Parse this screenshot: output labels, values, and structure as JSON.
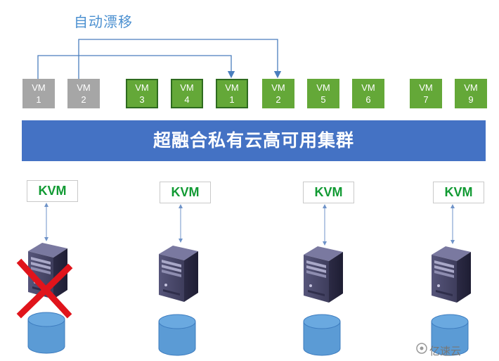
{
  "title": "自动漂移",
  "vms": [
    {
      "label": "VM",
      "num": "1",
      "color": "gray"
    },
    {
      "label": "VM",
      "num": "2",
      "color": "gray"
    },
    {
      "label": "VM",
      "num": "3",
      "color": "green"
    },
    {
      "label": "VM",
      "num": "4",
      "color": "green"
    },
    {
      "label": "VM",
      "num": "1",
      "color": "green"
    },
    {
      "label": "VM",
      "num": "2",
      "color": "green"
    },
    {
      "label": "VM",
      "num": "5",
      "color": "green"
    },
    {
      "label": "VM",
      "num": "6",
      "color": "green"
    },
    {
      "label": "VM",
      "num": "7",
      "color": "green"
    },
    {
      "label": "VM",
      "num": "9",
      "color": "green"
    }
  ],
  "cluster_label": "超融合私有云高可用集群",
  "nodes": [
    {
      "kvm": "KVM",
      "failed": true
    },
    {
      "kvm": "KVM",
      "failed": false
    },
    {
      "kvm": "KVM",
      "failed": false
    },
    {
      "kvm": "KVM",
      "failed": false
    }
  ],
  "watermark": "亿速云",
  "colors": {
    "banner": "#4472c4",
    "vm_green": "#64a838",
    "vm_gray": "#a6a6a6",
    "kvm_text": "#119a33",
    "fail_x": "#e0141b",
    "arrow": "#4a7ebd"
  }
}
